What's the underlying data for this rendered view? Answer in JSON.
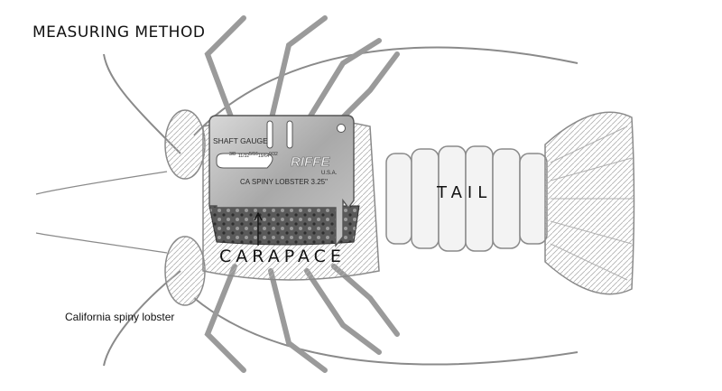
{
  "title": "MEASURING METHOD",
  "caption": "California spiny lobster",
  "labels": {
    "tail": "TAIL",
    "carapace": "CARAPACE"
  },
  "gauge": {
    "heading": "SHAFT GAUGE",
    "brand": "RIFFE",
    "brand_sub": "U.S.A.",
    "sizes": [
      "3/8",
      "11/32",
      "5/16",
      "19/64",
      "9/32"
    ],
    "species_line": "CA SPINY LOBSTER 3.25\""
  },
  "colors": {
    "ink": "#8a8a8a",
    "gauge_metal": "#b8b8b8",
    "gauge_edge": "#555555",
    "text": "#111111"
  }
}
